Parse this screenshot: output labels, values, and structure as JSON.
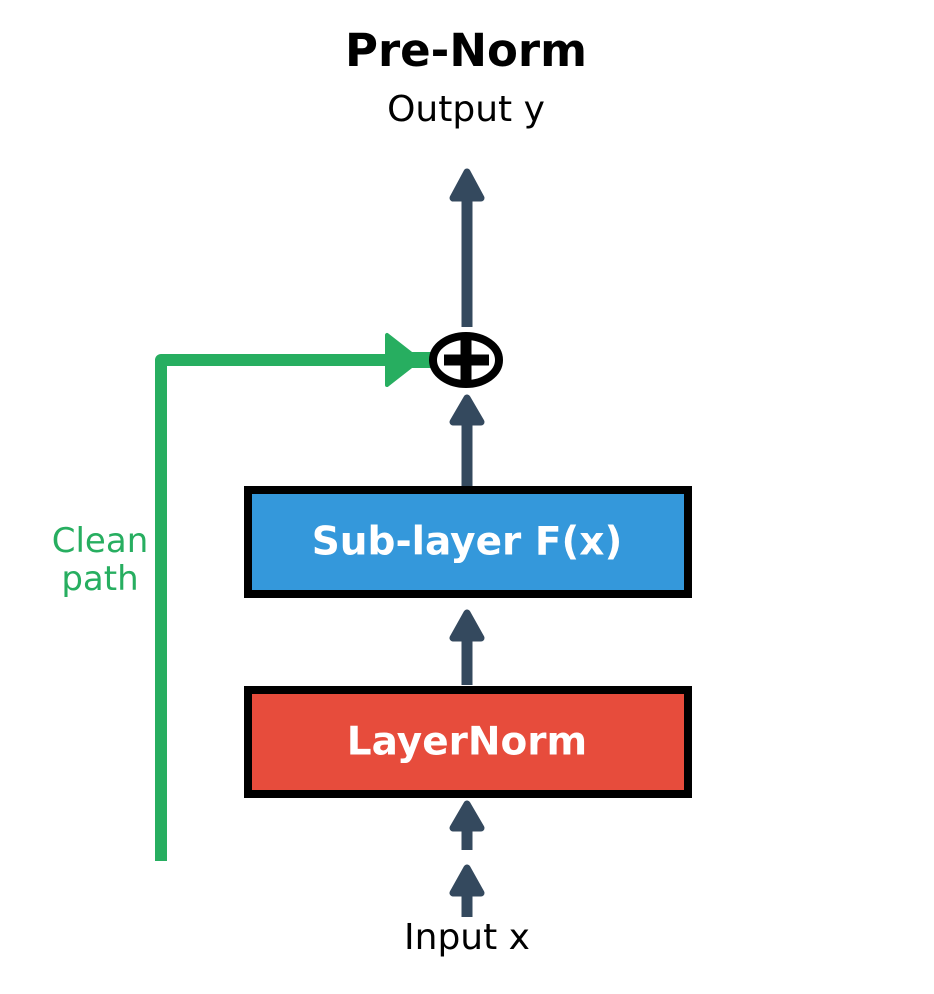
{
  "diagram": {
    "title": "Pre-Norm",
    "labels": {
      "output": "Output y",
      "input": "Input x",
      "clean_path": [
        "Clean",
        "path"
      ]
    },
    "nodes": {
      "sublayer": {
        "label": "Sub-layer F(x)",
        "fill": "#3498db"
      },
      "layernorm": {
        "label": "LayerNorm",
        "fill": "#e74c3c"
      }
    },
    "colors": {
      "arrow": "#34495e",
      "residual_green": "#27ae60",
      "outline": "#000000",
      "box_text": "#ffffff",
      "text": "#000000",
      "node_fill": "#ffffff"
    }
  }
}
